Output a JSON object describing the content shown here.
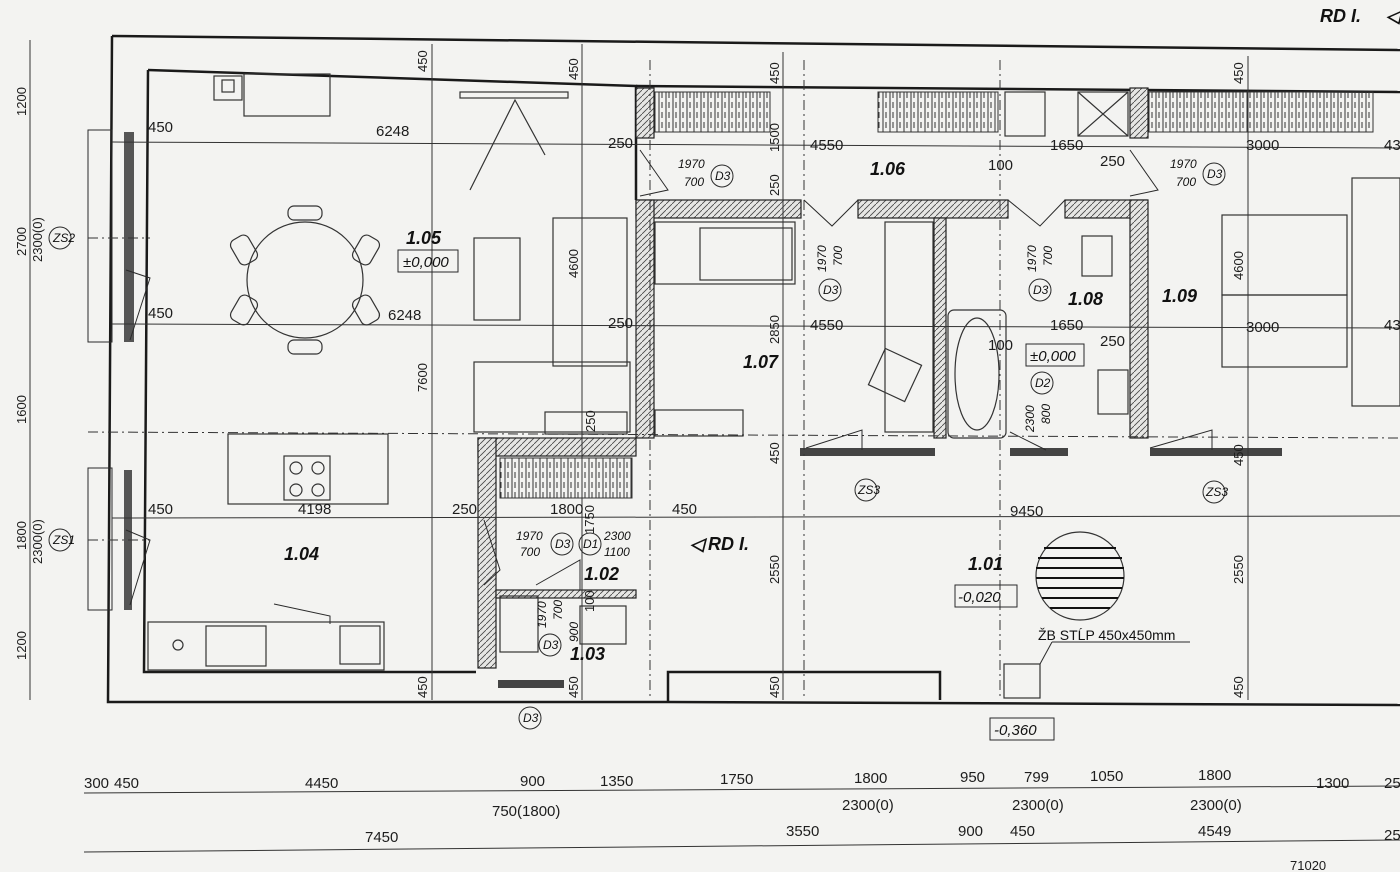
{
  "header": {
    "section_mark": "RD I."
  },
  "rooms": [
    {
      "id": "1.05",
      "level": "±0,000"
    },
    {
      "id": "1.06"
    },
    {
      "id": "1.07"
    },
    {
      "id": "1.08",
      "level": "±0,000"
    },
    {
      "id": "1.09"
    },
    {
      "id": "1.04"
    },
    {
      "id": "1.02"
    },
    {
      "id": "1.03"
    },
    {
      "id": "1.01",
      "level": "-0,020"
    }
  ],
  "exterior_level": "-0,360",
  "column_note": "ŽB STĹP 450x450mm",
  "section_mark_mid": "RD I.",
  "tags": {
    "zs2": "ZS2",
    "zs1": "ZS1",
    "zs3a": "ZS3",
    "zs3b": "ZS3",
    "d3": "D3",
    "d2": "D2",
    "d1": "D1"
  },
  "door_sizes": {
    "d3_w": "1970",
    "d3_h": "700",
    "d2_w": "2300",
    "d2_h": "800",
    "d1_w": "2300",
    "d1_h": "1100",
    "d3_small_h": "900"
  },
  "interior_dims": {
    "top_row": [
      "6248",
      "4550",
      "1650",
      "3000",
      "100"
    ],
    "mid_row": [
      "6248",
      "4550",
      "1650",
      "3000",
      "100"
    ],
    "bottom_row": [
      "4198",
      "1800",
      "9450"
    ],
    "wall": [
      "450",
      "250",
      "1500",
      "2850",
      "7600",
      "4600",
      "2550",
      "1750",
      "100",
      "43"
    ]
  },
  "left_dims": [
    "1200",
    "2700",
    "2300(0)",
    "1600",
    "1800",
    "2300(0)",
    "1200"
  ],
  "bottom_dims_row1": [
    "300",
    "450",
    "4450",
    "900",
    "1350",
    "1750",
    "1800",
    "950",
    "799",
    "1050",
    "1800",
    "1300",
    "25"
  ],
  "bottom_dims_row2": [
    "750(1800)",
    "2300(0)",
    "2300(0)",
    "2300(0)"
  ],
  "bottom_dims_row3": [
    "7450",
    "3550",
    "900",
    "450",
    "4549",
    "25"
  ],
  "page_corner": "71020"
}
